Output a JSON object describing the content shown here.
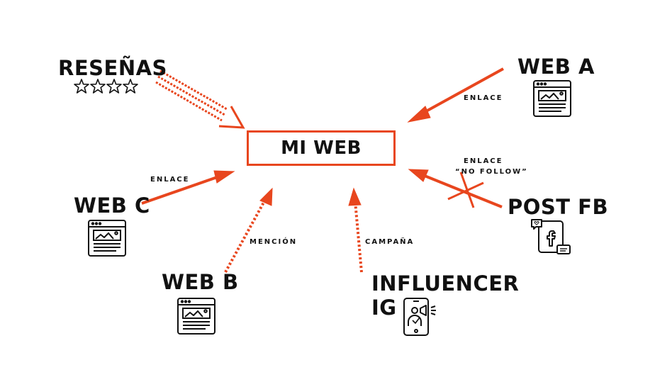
{
  "center": {
    "label": "MI WEB"
  },
  "nodes": {
    "resenas": {
      "label": "RESEÑAS",
      "stars": "☆☆☆☆"
    },
    "web_a": {
      "label": "WEB A"
    },
    "web_c": {
      "label": "WEB C"
    },
    "post_fb": {
      "label": "POST FB"
    },
    "web_b": {
      "label": "WEB B"
    },
    "influencer": {
      "label_line1": "INFLUENCER",
      "label_line2": "IG"
    }
  },
  "edges": {
    "web_a": {
      "label": "ENLACE"
    },
    "web_c": {
      "label": "ENLACE"
    },
    "post_fb": {
      "label_line1": "ENLACE",
      "label_line2": "“NO FOLLOW”"
    },
    "web_b": {
      "label": "MENCIÓN"
    },
    "influencer": {
      "label": "CAMPAÑA"
    }
  },
  "colors": {
    "accent": "#e8461e",
    "text": "#111111",
    "background": "#ffffff"
  },
  "icons": [
    "star-icon",
    "browser-window-icon",
    "facebook-social-icon",
    "influencer-phone-icon"
  ]
}
